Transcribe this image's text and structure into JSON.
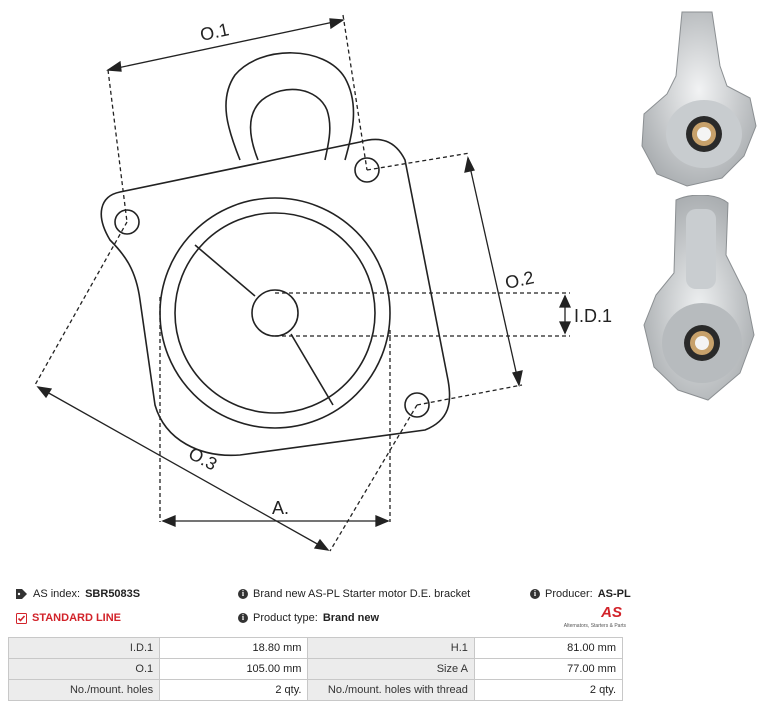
{
  "drawing": {
    "labels": {
      "o1": "O.1",
      "o2": "O.2",
      "o3": "O.3",
      "id1": "I.D.1",
      "a": "A."
    }
  },
  "info": {
    "as_index_label": "AS index:",
    "as_index_value": "SBR5083S",
    "description": "Brand new AS-PL Starter motor D.E. bracket",
    "producer_label": "Producer:",
    "producer_value": "AS-PL",
    "line": "STANDARD LINE",
    "product_type_label": "Product type:",
    "product_type_value": "Brand new"
  },
  "logo": {
    "mark": "AS",
    "tagline": "Alternators, Starters & Parts"
  },
  "spec_table": {
    "rows": [
      {
        "k1": "I.D.1",
        "v1": "18.80 mm",
        "k2": "H.1",
        "v2": "81.00 mm"
      },
      {
        "k1": "O.1",
        "v1": "105.00 mm",
        "k2": "Size A",
        "v2": "77.00 mm"
      },
      {
        "k1": "No./mount. holes",
        "v1": "2 qty.",
        "k2": "No./mount. holes with thread",
        "v2": "2 qty."
      }
    ]
  },
  "colors": {
    "accent": "#d2232a",
    "table_key_bg": "#ececec",
    "line": "#222222"
  },
  "icons": [
    "tag-icon",
    "info-icon",
    "check-icon"
  ]
}
